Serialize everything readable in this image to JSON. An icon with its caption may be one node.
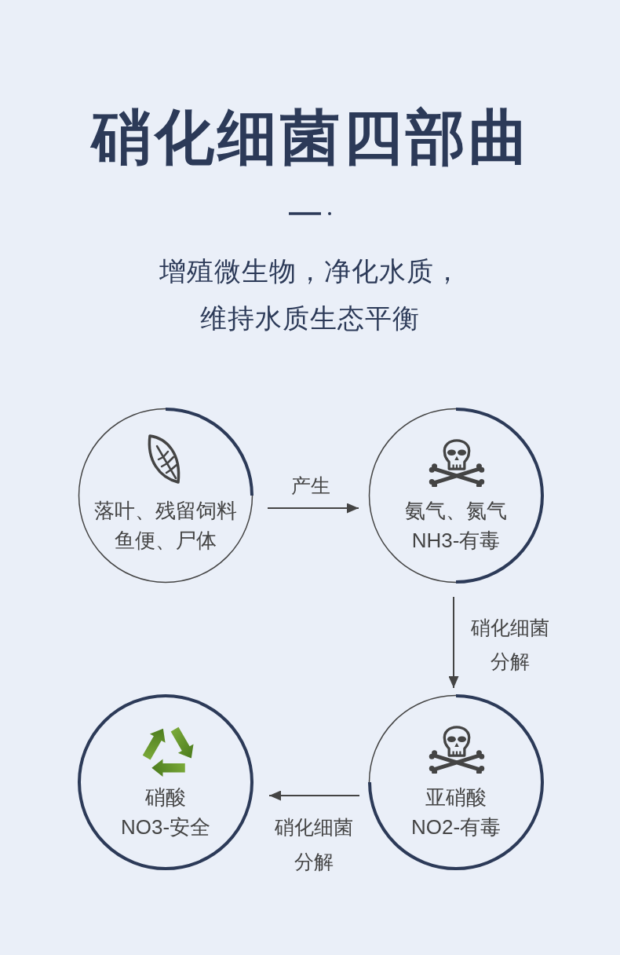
{
  "diagram": {
    "title": "硝化细菌四部曲",
    "nodes": [
      {
        "text": [
          "落叶、残留饲料",
          "鱼便、尸体"
        ]
      },
      {
        "text": [
          "氨气、氮气",
          "NH3-有毒"
        ]
      },
      {
        "text": [
          "硝酸",
          "NO3-安全"
        ]
      },
      {
        "text": [
          "亚硝酸",
          "NO2-有毒"
        ]
      }
    ],
    "edges": [
      {
        "from": 0,
        "to": 1,
        "arrow": "to",
        "label": "产生"
      },
      {
        "from": 1,
        "to": 3,
        "arrow": "to",
        "label": "硝化细菌分解"
      },
      {
        "from": 3,
        "to": 2,
        "arrow": "to",
        "label": "硝化细菌分解"
      }
    ],
    "labels": [
      "增殖微生物，净化水质，维持水质生态平衡"
    ]
  }
}
